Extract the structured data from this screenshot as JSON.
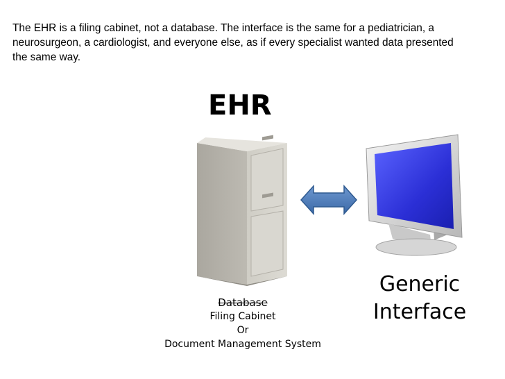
{
  "intro_text": "The EHR is a filing cabinet, not a database.  The interface is the same for a pediatrician, a neurosurgeon, a cardiologist, and everyone else, as if every specialist wanted data presented the same way.",
  "title": "EHR",
  "cabinet": {
    "label_struck": "Database",
    "label_1": "Filing Cabinet",
    "label_2": "Or",
    "label_3": "Document Management System"
  },
  "interface": {
    "label_line1": "Generic",
    "label_line2": "Interface"
  },
  "colors": {
    "cabinet": "#d2d0c8",
    "arrow": "#4f81bd",
    "screen": "#2b2fd6",
    "monitor": "#dcdcdc"
  }
}
